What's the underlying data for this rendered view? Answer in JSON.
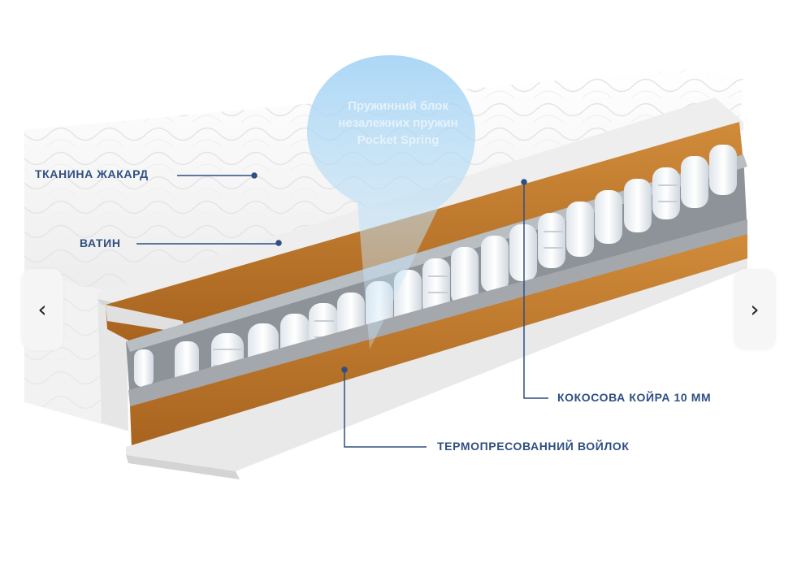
{
  "gallery": {
    "prev_icon": "chevron-left-icon",
    "next_icon": "chevron-right-icon",
    "prev_glyph": "‹",
    "next_glyph": "›"
  },
  "image": {
    "callout": {
      "line1": "Пружинний блок",
      "line2": "незалежних пружин",
      "line3": "Pocket Spring"
    },
    "labels": {
      "jacquard": "ТКАНИНА ЖАКАРД",
      "batting": "ВАТИН",
      "coconut": "КОКОСОВА КОЙРА 10 ММ",
      "felt": "ТЕРМОПРЕСОВАННИЙ ВОЙЛОК"
    }
  },
  "colors": {
    "label_text": "#2f4f82",
    "leader_line": "#2f4f82",
    "coconut_layer": "#c07a2e",
    "callout_bubble": "#8fc6ef",
    "fabric": "#f4f4f4",
    "springs": "#ffffff"
  }
}
